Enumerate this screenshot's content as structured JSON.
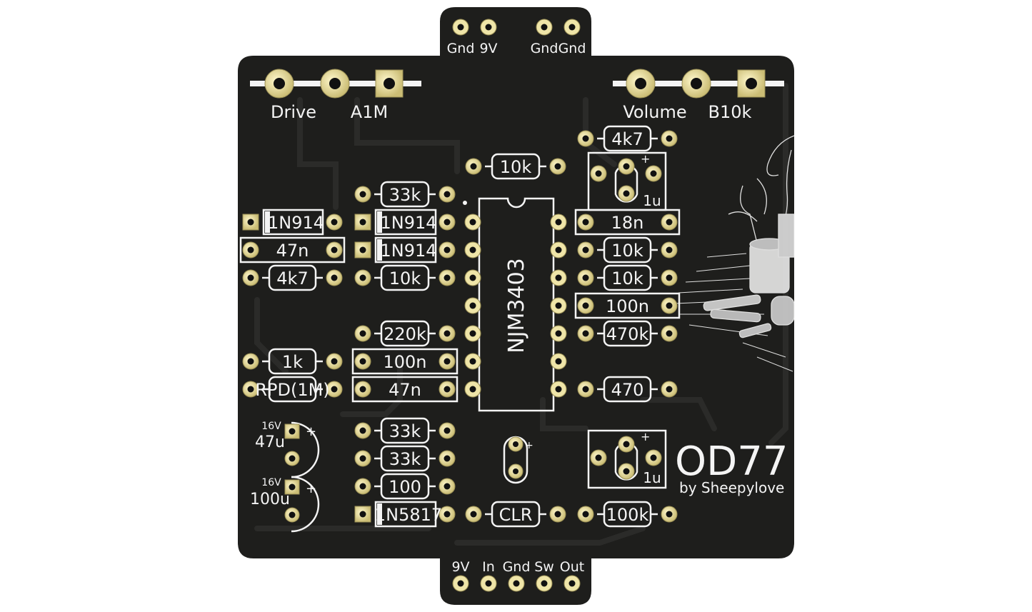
{
  "board": {
    "name": "OD77",
    "author": "by Sheepylove",
    "colors": {
      "soldermask": "#1e1e1c",
      "silkscreen": "#f4f4f4",
      "pads": "#efe5a8",
      "background": "#ffffff"
    }
  },
  "top_header": {
    "pins": [
      "Gnd",
      "9V",
      "Gnd",
      "Gnd"
    ]
  },
  "bottom_header": {
    "pins": [
      "9V",
      "In",
      "Gnd",
      "Sw",
      "Out"
    ]
  },
  "pots": {
    "drive": {
      "label": "Drive",
      "value": "A1M"
    },
    "volume": {
      "label": "Volume",
      "value": "B10k"
    }
  },
  "ic": {
    "label": "NJM3403"
  },
  "left_column": [
    {
      "label": "1N914",
      "kind": "diode"
    },
    {
      "label": "47n",
      "kind": "cap"
    },
    {
      "label": "4k7",
      "kind": "res"
    },
    {
      "label": "1k",
      "kind": "res"
    },
    {
      "label": "RPD(1M)",
      "kind": "res"
    }
  ],
  "mid_column": [
    {
      "label": "33k",
      "kind": "res"
    },
    {
      "label": "1N914",
      "kind": "diode"
    },
    {
      "label": "1N914",
      "kind": "diode"
    },
    {
      "label": "10k",
      "kind": "res"
    },
    {
      "label": "220k",
      "kind": "res"
    },
    {
      "label": "100n",
      "kind": "cap"
    },
    {
      "label": "47n",
      "kind": "cap"
    },
    {
      "label": "33k",
      "kind": "res"
    },
    {
      "label": "33k",
      "kind": "res"
    },
    {
      "label": "100",
      "kind": "res"
    },
    {
      "label": "1N5817",
      "kind": "diode"
    }
  ],
  "top_center": {
    "label": "10k"
  },
  "bottom_center": {
    "label": "CLR"
  },
  "right_column": [
    {
      "label": "4k7",
      "kind": "res"
    },
    {
      "label": "18n",
      "kind": "cap"
    },
    {
      "label": "10k",
      "kind": "res"
    },
    {
      "label": "10k",
      "kind": "res"
    },
    {
      "label": "100n",
      "kind": "cap"
    },
    {
      "label": "470k",
      "kind": "res"
    },
    {
      "label": "470",
      "kind": "res"
    },
    {
      "label": "100k",
      "kind": "res"
    }
  ],
  "electrolytics": {
    "top_right": {
      "value": "1u"
    },
    "bottom_right": {
      "value": "1u"
    },
    "left_top": {
      "voltage": "16V",
      "value": "47u"
    },
    "left_bottom": {
      "voltage": "16V",
      "value": "100u"
    },
    "plus": "+"
  }
}
